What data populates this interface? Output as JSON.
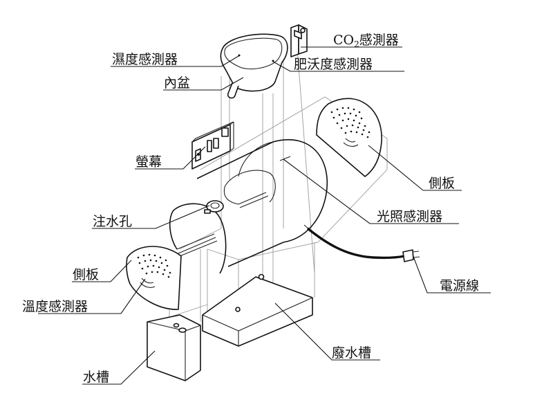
{
  "labels": {
    "co2_sensor_pre": "CO",
    "co2_sensor_sub": "2",
    "co2_sensor_post": "感測器",
    "humidity_sensor": "濕度感測器",
    "fertility_sensor": "肥沃度感測器",
    "inner_pot": "內盆",
    "screen": "螢幕",
    "side_panel_right": "側板",
    "light_sensor": "光照感測器",
    "water_inlet": "注水孔",
    "power_cord": "電源線",
    "side_panel_left": "側板",
    "temperature_sensor": "溫度感測器",
    "waste_tank": "廢水槽",
    "water_tank": "水槽"
  }
}
